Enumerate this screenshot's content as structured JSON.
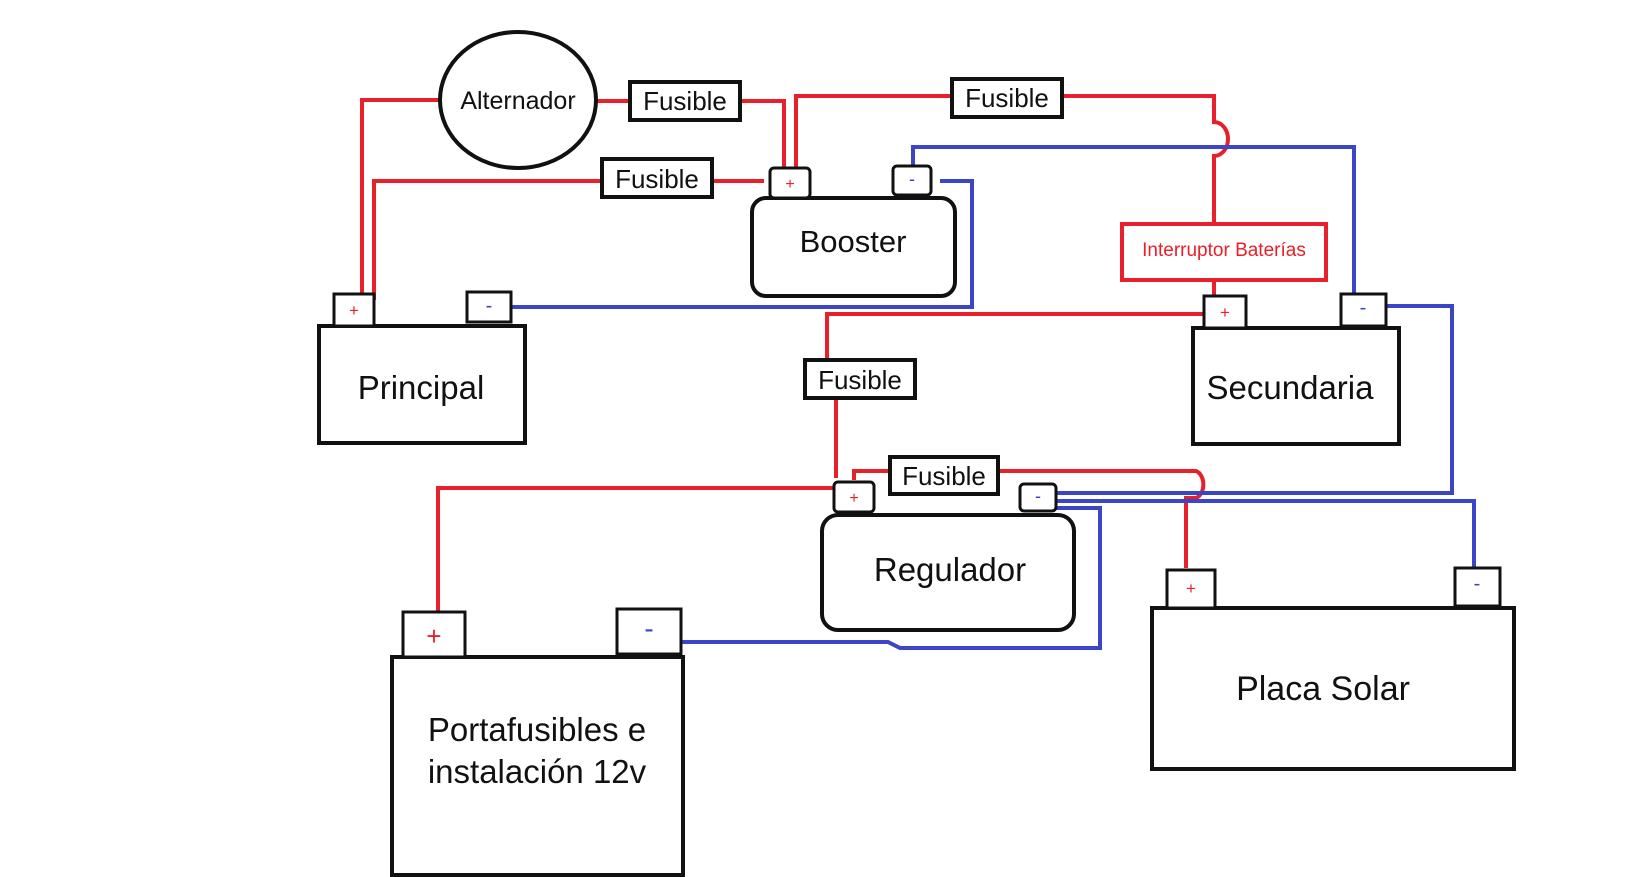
{
  "colors": {
    "positive_wire": "#e8202a",
    "negative_wire": "#3a45c8",
    "outline": "#111111"
  },
  "components": {
    "alternator": "Alternador",
    "booster": "Booster",
    "main_battery": "Principal",
    "secondary_battery": "Secundaria",
    "regulator": "Regulador",
    "solar_panel": "Placa Solar",
    "fuse_holder_line1": "Portafusibles e",
    "fuse_holder_line2": "instalación 12v",
    "battery_switch": "Interruptor Baterías"
  },
  "fuse_label": "Fusible",
  "terminals": {
    "plus": "+",
    "minus": "-"
  }
}
